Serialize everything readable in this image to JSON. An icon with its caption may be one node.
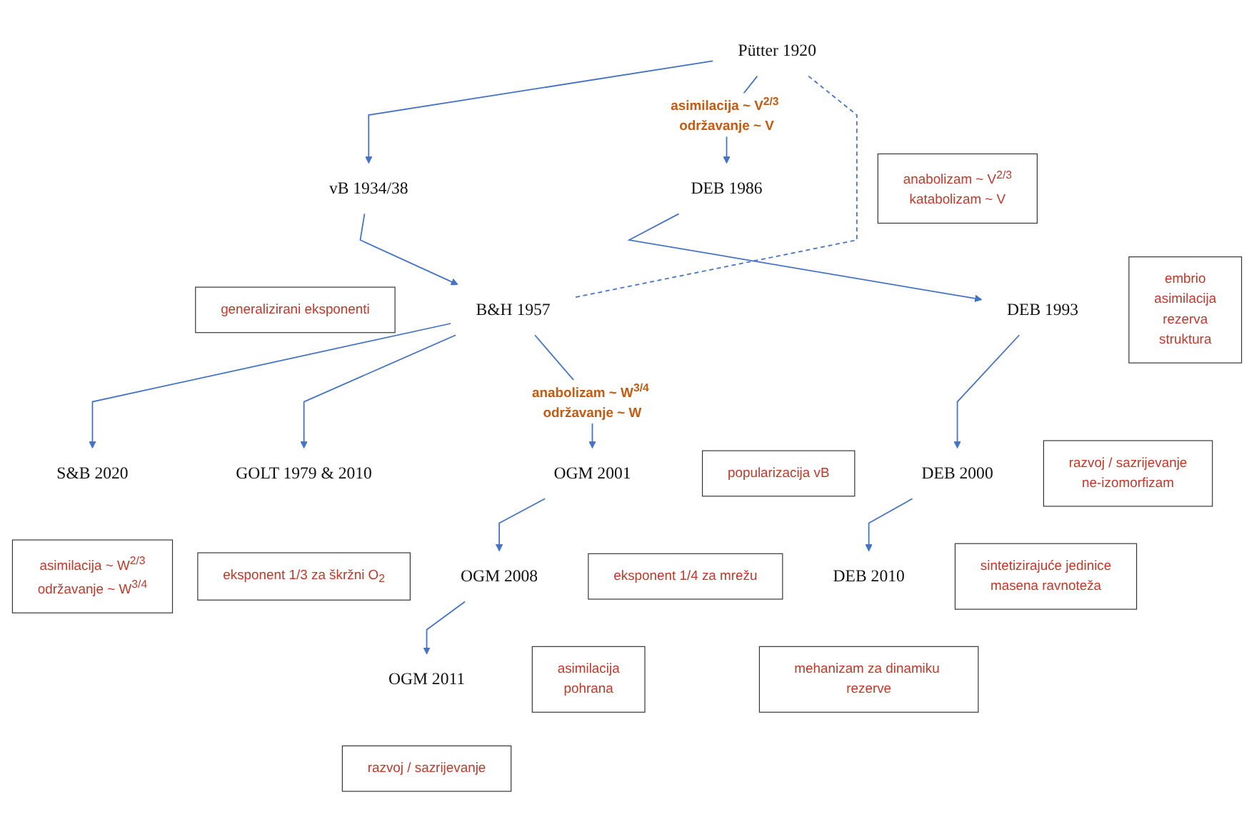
{
  "diagram": {
    "nodes": [
      {
        "text": [
          "Pütter 1920"
        ]
      },
      {
        "text": [
          "anabolizam ~ V$^{2/3}$",
          "katabolizam ~ V"
        ]
      },
      {
        "text": [
          "vB 1934/38"
        ]
      },
      {
        "text": [
          "generalizirani eksponenti"
        ]
      },
      {
        "text": [
          "B&H 1957"
        ]
      },
      {
        "text": [
          "popularizacija vB"
        ]
      },
      {
        "text": [
          "S&B 2020"
        ]
      },
      {
        "text": [
          "asimilacija ~ W$^{2/3}$",
          "održavanje ~ W$^{3/4}$"
        ]
      },
      {
        "text": [
          "embrio",
          "asimilacija",
          "rezerva",
          "struktura"
        ]
      },
      {
        "text": [
          "DEB 1986"
        ]
      },
      {
        "text": [
          "GOLT 1979 & 2010"
        ]
      },
      {
        "text": [
          "eksponent 1/3 za škržni O$_{2}$"
        ]
      },
      {
        "text": [
          "razvoj / sazrijevanje",
          "ne-izomorfizam"
        ]
      },
      {
        "text": [
          "DEB 1993"
        ]
      },
      {
        "text": [
          "OGM 2001"
        ]
      },
      {
        "text": [
          "eksponent 1/4 za mrežu"
        ]
      },
      {
        "text": [
          "sintetizirajuće jedinice",
          "masena ravnoteža"
        ]
      },
      {
        "text": [
          "DEB 2000"
        ]
      },
      {
        "text": [
          "OGM 2008"
        ]
      },
      {
        "text": [
          "asimilacija",
          "pohrana"
        ]
      },
      {
        "text": [
          "mehanizam za dinamiku rezerve"
        ]
      },
      {
        "text": [
          "DEB 2010"
        ]
      },
      {
        "text": [
          "OGM 2011"
        ]
      },
      {
        "text": [
          "razvoj / sazrijevanje"
        ]
      }
    ],
    "edges": [
      {
        "from": 0,
        "to": 2,
        "arrow": "to"
      },
      {
        "from": 0,
        "to": 9,
        "arrow": "to",
        "label": "asimilacija ~ V$^{2/3}$ održavanje ~ V"
      },
      {
        "from": 0,
        "to": 4,
        "arrow": "none",
        "style": "dashed"
      },
      {
        "from": 2,
        "to": 4,
        "arrow": "to"
      },
      {
        "from": 4,
        "to": 6,
        "arrow": "to"
      },
      {
        "from": 4,
        "to": 10,
        "arrow": "to"
      },
      {
        "from": 4,
        "to": 14,
        "arrow": "to",
        "label": "anabolizam ~ W$^{3/4}$ održavanje ~ W"
      },
      {
        "from": 9,
        "to": 13,
        "arrow": "to"
      },
      {
        "from": 13,
        "to": 17,
        "arrow": "to"
      },
      {
        "from": 17,
        "to": 21,
        "arrow": "to"
      },
      {
        "from": 14,
        "to": 18,
        "arrow": "to"
      },
      {
        "from": 18,
        "to": 22,
        "arrow": "to"
      }
    ]
  }
}
